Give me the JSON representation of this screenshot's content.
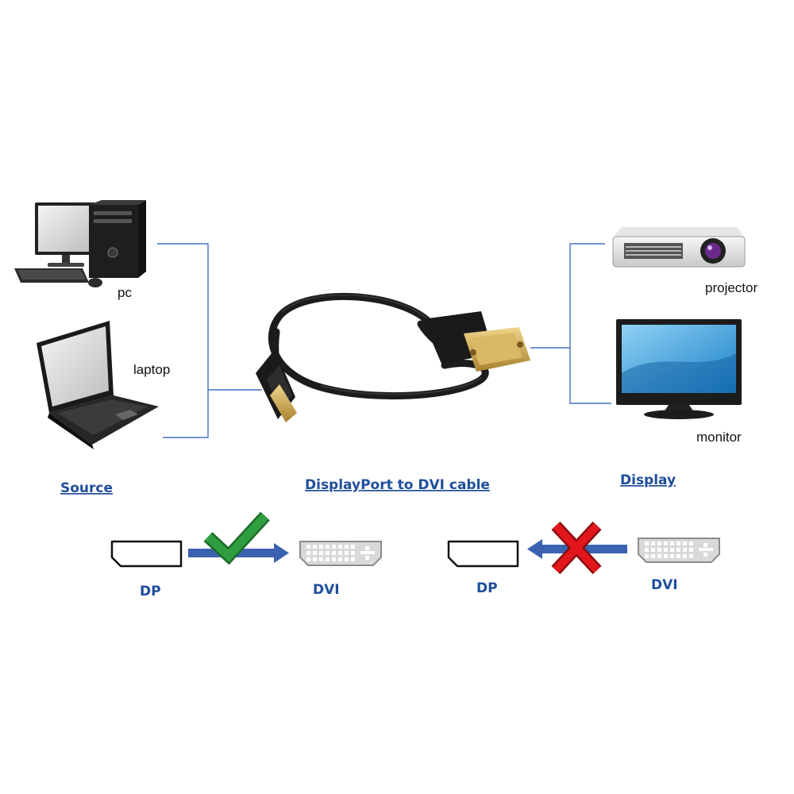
{
  "devices": {
    "pc": "pc",
    "laptop": "laptop",
    "projector": "projector",
    "monitor": "monitor"
  },
  "sections": {
    "source": "Source",
    "cable": "DisplayPort to DVI cable",
    "display": "Display"
  },
  "directions": {
    "supported": {
      "from": "DP",
      "to": "DVI",
      "status": "check-icon",
      "status_color": "#2e9e3e"
    },
    "unsupported": {
      "from": "DP",
      "to": "DVI",
      "status": "cross-icon",
      "status_color": "#e3161c"
    }
  },
  "colors": {
    "line": "#4472c4",
    "arrow": "#3a62b0",
    "label_blue": "#1f4e9c",
    "connector_gold": "#c9a24a"
  }
}
